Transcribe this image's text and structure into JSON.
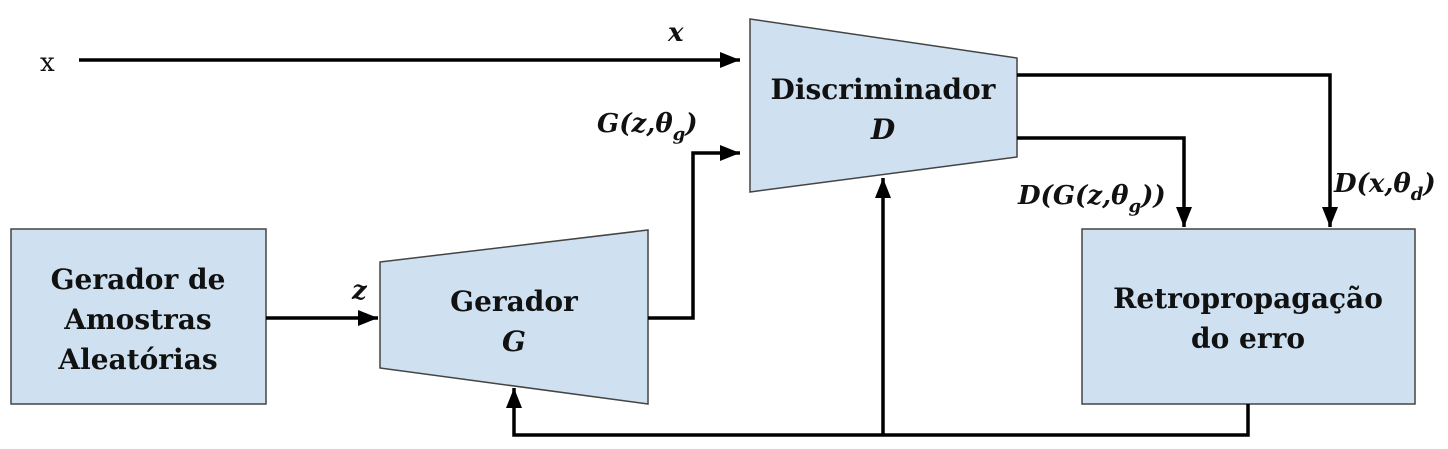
{
  "nodes": {
    "sampler": {
      "line1": "Gerador de",
      "line2": "Amostras",
      "line3": "Aleatórias"
    },
    "generator": {
      "line1": "Gerador",
      "line2": "G"
    },
    "discriminator": {
      "line1": "Discriminador",
      "line2": "D"
    },
    "backprop": {
      "line1": "Retropropagação",
      "line2": "do erro"
    }
  },
  "labels": {
    "x_input": "x",
    "x_edge": "x",
    "z_edge": "z",
    "g_out": {
      "prefix": "G(z,",
      "theta": "θ",
      "sub": "g",
      "suffix": ")"
    },
    "d_fake": {
      "prefix": "D(G(z,",
      "theta": "θ",
      "sub": "g",
      "suffix": "))"
    },
    "d_real": {
      "prefix": "D(x,",
      "theta": "θ",
      "sub": "d",
      "suffix": ")"
    }
  },
  "colors": {
    "box_fill": "#cfe1f1",
    "box_stroke": "#444444",
    "arrow": "#000000"
  }
}
